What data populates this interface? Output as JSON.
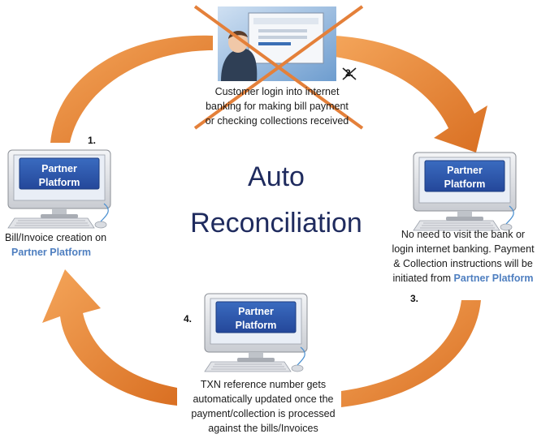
{
  "title": {
    "line1": "Auto",
    "line2": "Reconciliation"
  },
  "steps": {
    "step1": {
      "number": "1.",
      "caption": "Bill/Invoice creation on",
      "highlight": "Partner Platform"
    },
    "step2": {
      "number": "2.",
      "caption_lines": [
        "Customer login into internet",
        "banking for making bill payment",
        "or checking collections received"
      ]
    },
    "step3": {
      "number": "3.",
      "caption_lines": [
        "No need to visit the bank or",
        "login internet banking. Payment",
        "& Collection instructions will be"
      ],
      "caption_last": "initiated from",
      "highlight": "Partner Platform"
    },
    "step4": {
      "number": "4.",
      "caption_lines": [
        "TXN reference number gets",
        "automatically updated once the",
        "payment/collection is processed",
        "against the bills/Invoices"
      ]
    }
  },
  "monitor_label": {
    "line1": "Partner",
    "line2": "Platform"
  },
  "colors": {
    "arrow": "#e07b2c",
    "arrow_light": "#f29a4a",
    "screen": "#2f5ba8",
    "title": "#1f2b5e",
    "highlight": "#4f7fc0",
    "cross": "#e4803a"
  }
}
